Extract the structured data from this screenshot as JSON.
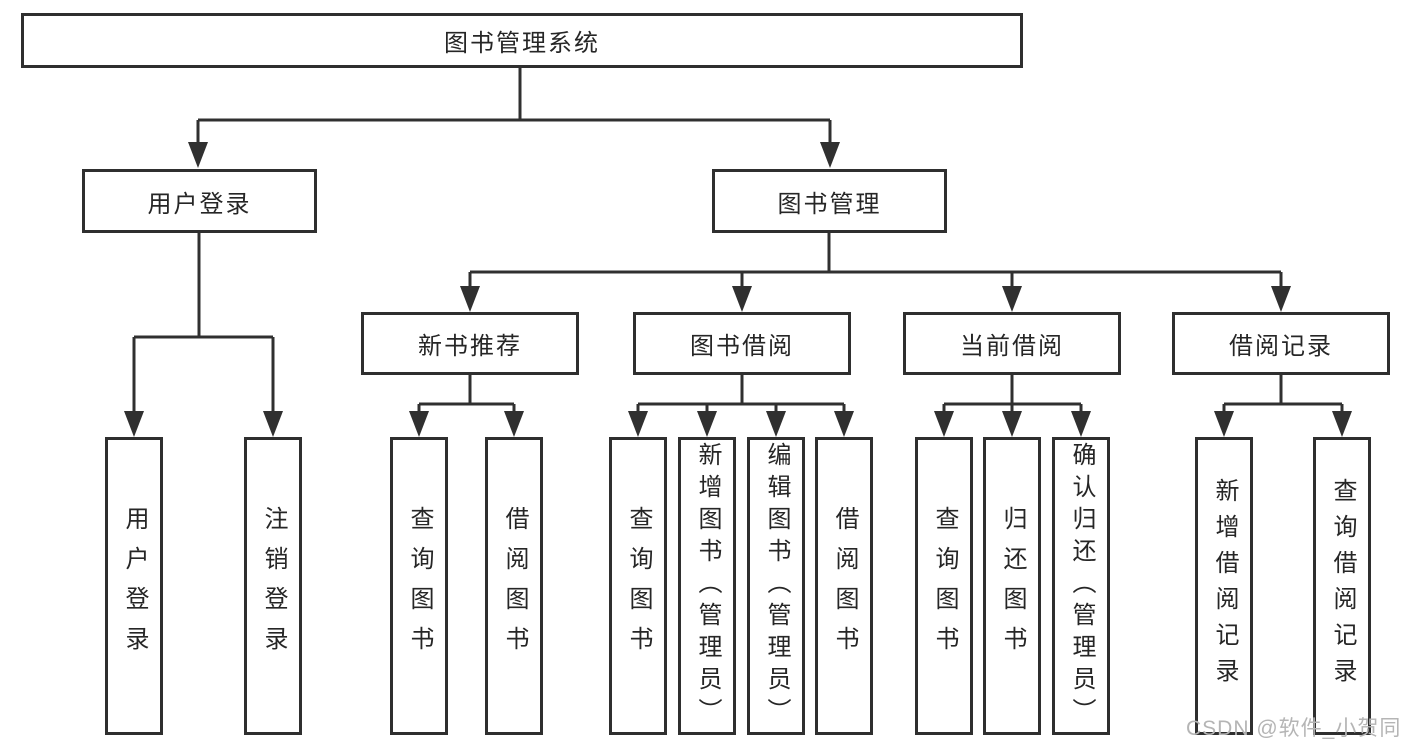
{
  "diagram_title": "图书管理系统",
  "watermark": "CSDN @软件_小贺同学",
  "colors": {
    "line": "#303030",
    "box_border": "#2f2f2f",
    "text": "#262626",
    "watermark": "#b5b5b5",
    "background": "#ffffff"
  },
  "nodes": {
    "root": {
      "label": "图书管理系统"
    },
    "user_login": {
      "label": "用户登录"
    },
    "book_management": {
      "label": "图书管理"
    },
    "new_book_recommend": {
      "label": "新书推荐"
    },
    "book_borrow": {
      "label": "图书借阅"
    },
    "current_borrow": {
      "label": "当前借阅"
    },
    "borrow_records": {
      "label": "借阅记录"
    },
    "leaf_user_login": {
      "label": "用户登录"
    },
    "leaf_logout": {
      "label": "注销登录"
    },
    "leaf_nbr_query": {
      "label": "查询图书"
    },
    "leaf_nbr_borrow": {
      "label": "借阅图书"
    },
    "leaf_bb_query": {
      "label": "查询图书"
    },
    "leaf_bb_add": {
      "label": "新增图书（管理员）"
    },
    "leaf_bb_edit": {
      "label": "编辑图书（管理员）"
    },
    "leaf_bb_borrow": {
      "label": "借阅图书"
    },
    "leaf_cb_query": {
      "label": "查询图书"
    },
    "leaf_cb_return": {
      "label": "归还图书"
    },
    "leaf_cb_confirm": {
      "label": "确认归还（管理员）"
    },
    "leaf_br_add": {
      "label": "新增借阅记录"
    },
    "leaf_br_query": {
      "label": "查询借阅记录"
    }
  },
  "structure": [
    {
      "parent": "图书管理系统",
      "children": [
        "用户登录",
        "图书管理"
      ]
    },
    {
      "parent": "用户登录",
      "children": [
        "用户登录",
        "注销登录"
      ]
    },
    {
      "parent": "图书管理",
      "children": [
        "新书推荐",
        "图书借阅",
        "当前借阅",
        "借阅记录"
      ]
    },
    {
      "parent": "新书推荐",
      "children": [
        "查询图书",
        "借阅图书"
      ]
    },
    {
      "parent": "图书借阅",
      "children": [
        "查询图书",
        "新增图书（管理员）",
        "编辑图书（管理员）",
        "借阅图书"
      ]
    },
    {
      "parent": "当前借阅",
      "children": [
        "查询图书",
        "归还图书",
        "确认归还（管理员）"
      ]
    },
    {
      "parent": "借阅记录",
      "children": [
        "新增借阅记录",
        "查询借阅记录"
      ]
    }
  ]
}
